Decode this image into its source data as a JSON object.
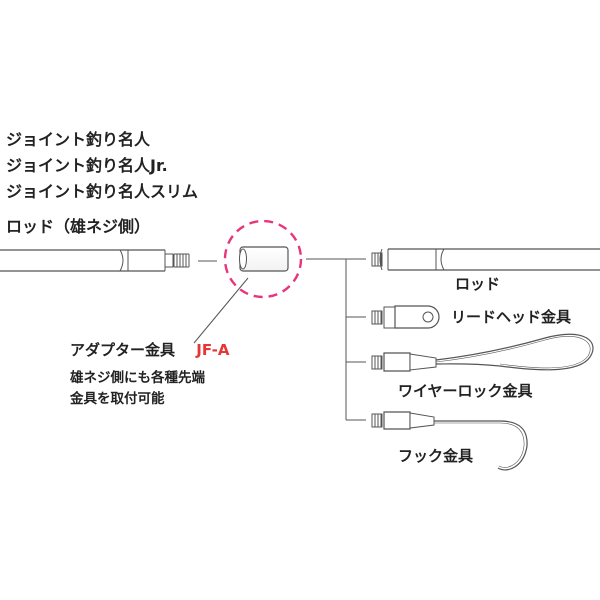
{
  "titles": [
    "ジョイント釣り名人",
    "ジョイント釣り名人Jr.",
    "ジョイント釣り名人スリム"
  ],
  "rod_male_label": "ロッド（雄ネジ側）",
  "adapter": {
    "label": "アダプター金具",
    "code": "JF-A"
  },
  "note_lines": [
    "雄ネジ側にも各種先端",
    "金具を取付可能"
  ],
  "branches": {
    "rod": "ロッド",
    "lead_head": "リードヘッド金具",
    "wire_lock": "ワイヤーロック金具",
    "hook": "フック金具"
  },
  "colors": {
    "highlight": "#e8347a",
    "accent_text": "#e53535",
    "line": "#555555"
  }
}
